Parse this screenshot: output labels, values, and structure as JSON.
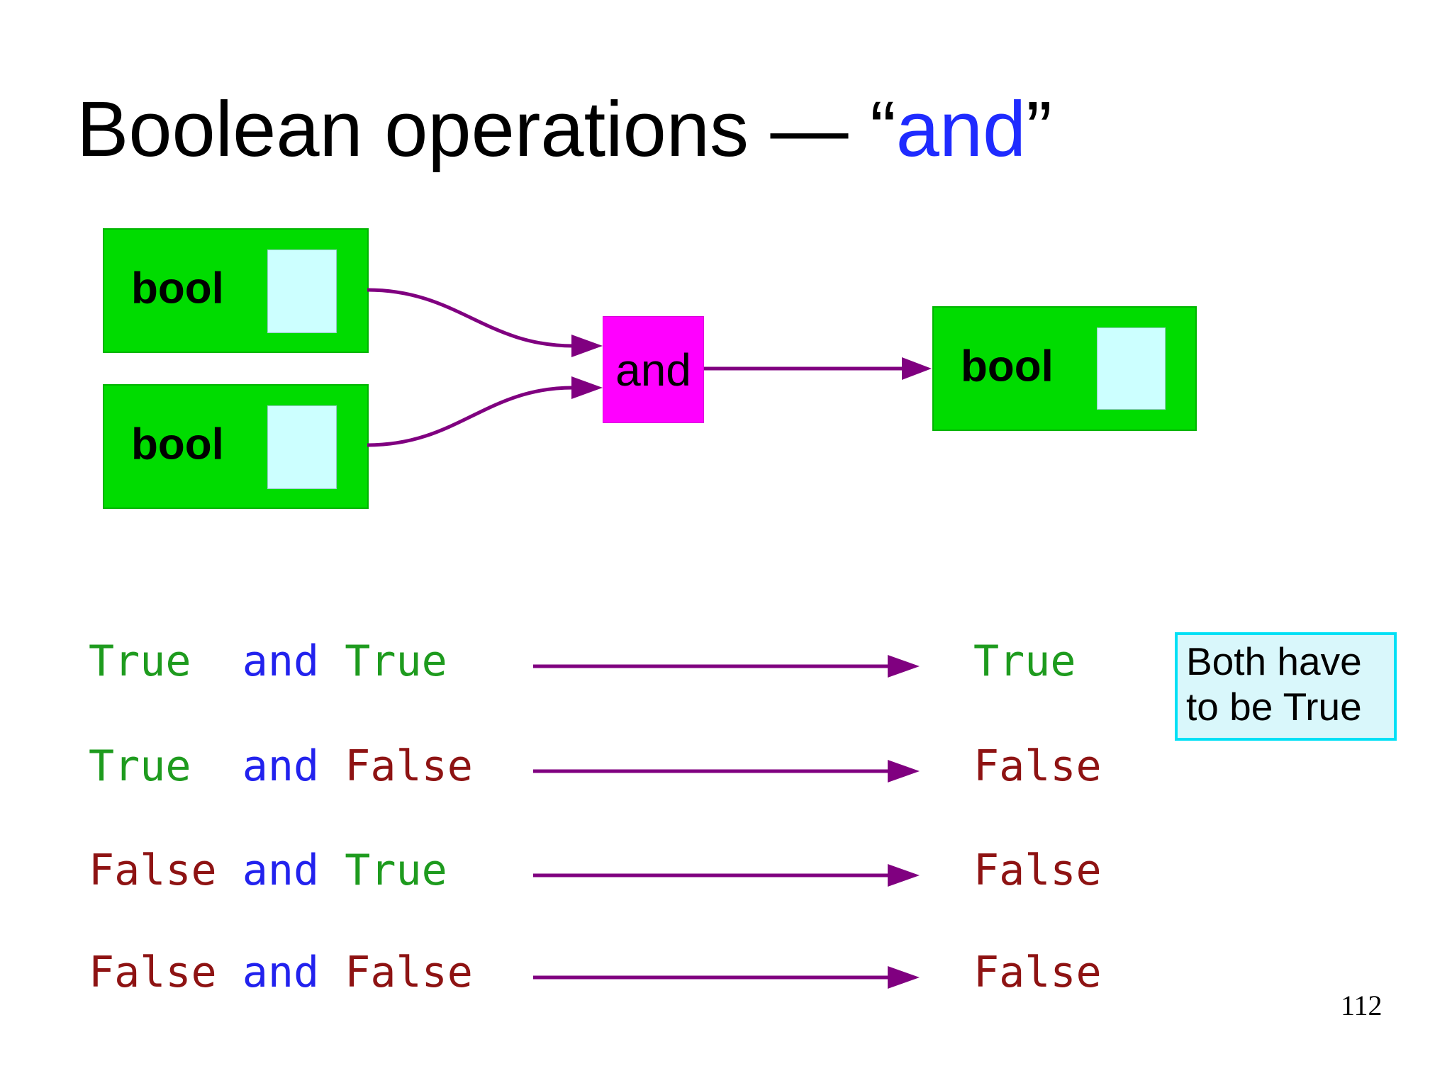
{
  "title": {
    "prefix": "Boolean operations — “",
    "keyword": "and",
    "suffix": "”"
  },
  "diagram": {
    "input_box_1": {
      "label": "bool"
    },
    "input_box_2": {
      "label": "bool"
    },
    "operator_box": {
      "label": "and"
    },
    "output_box": {
      "label": "bool"
    }
  },
  "truth_table": {
    "rows": [
      {
        "left": "True",
        "op": "and",
        "right": "True",
        "result": "True"
      },
      {
        "left": "True",
        "op": "and",
        "right": "False",
        "result": "False"
      },
      {
        "left": "False",
        "op": "and",
        "right": "True",
        "result": "False"
      },
      {
        "left": "False",
        "op": "and",
        "right": "False",
        "result": "False"
      }
    ]
  },
  "note": {
    "text": "Both have\nto be True"
  },
  "page_number": "112",
  "colors": {
    "green_box": "#00dc00",
    "green_box_border": "#00b400",
    "value_slot": "#ccffff",
    "operator_box": "#ff00ff",
    "arrow": "#800080",
    "true_text": "#1e9b1e",
    "false_text": "#8e1313",
    "and_text": "#2222ee",
    "title_keyword": "#1f2bff",
    "note_border": "#00e0f5",
    "note_bg": "#d9f7fb"
  }
}
